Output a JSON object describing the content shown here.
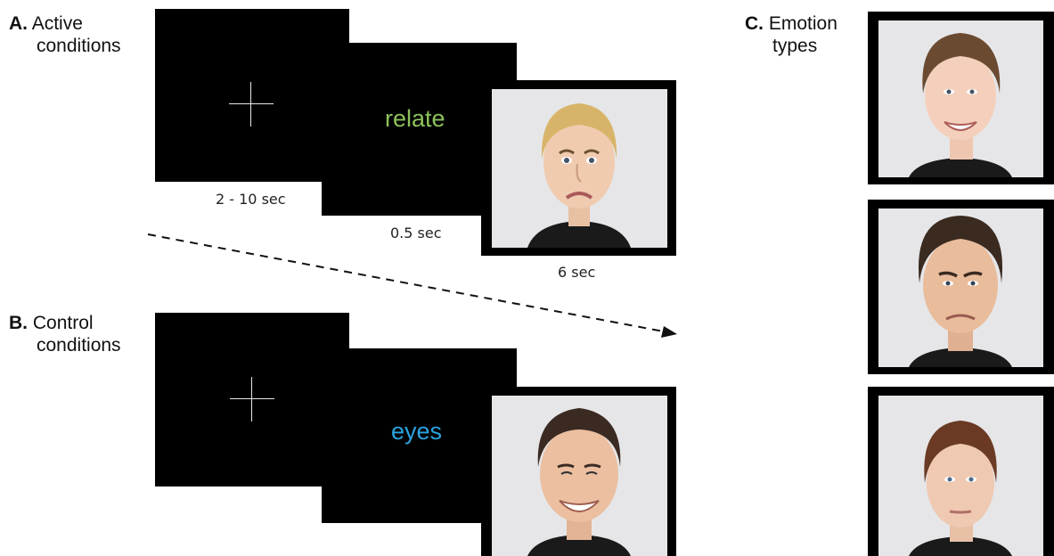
{
  "panels": {
    "a": {
      "letter": "A.",
      "line1": "Active",
      "line2": "conditions",
      "cue": "relate",
      "cue_color": "#8dc15a"
    },
    "b": {
      "letter": "B.",
      "line1": "Control",
      "line2": "conditions",
      "cue": "eyes",
      "cue_color": "#2aa3e0"
    },
    "c": {
      "letter": "C.",
      "line1": "Emotion",
      "line2": "types"
    }
  },
  "durations": {
    "fixation": "2 - 10 sec",
    "cue": "0.5 sec",
    "face": "6 sec"
  },
  "faces": {
    "active": "frowning-woman-face",
    "control": "smiling-man-face",
    "emotion_happy": "smiling-woman-face",
    "emotion_angry": "frowning-man-face",
    "emotion_neutral": "neutral-woman-face"
  }
}
